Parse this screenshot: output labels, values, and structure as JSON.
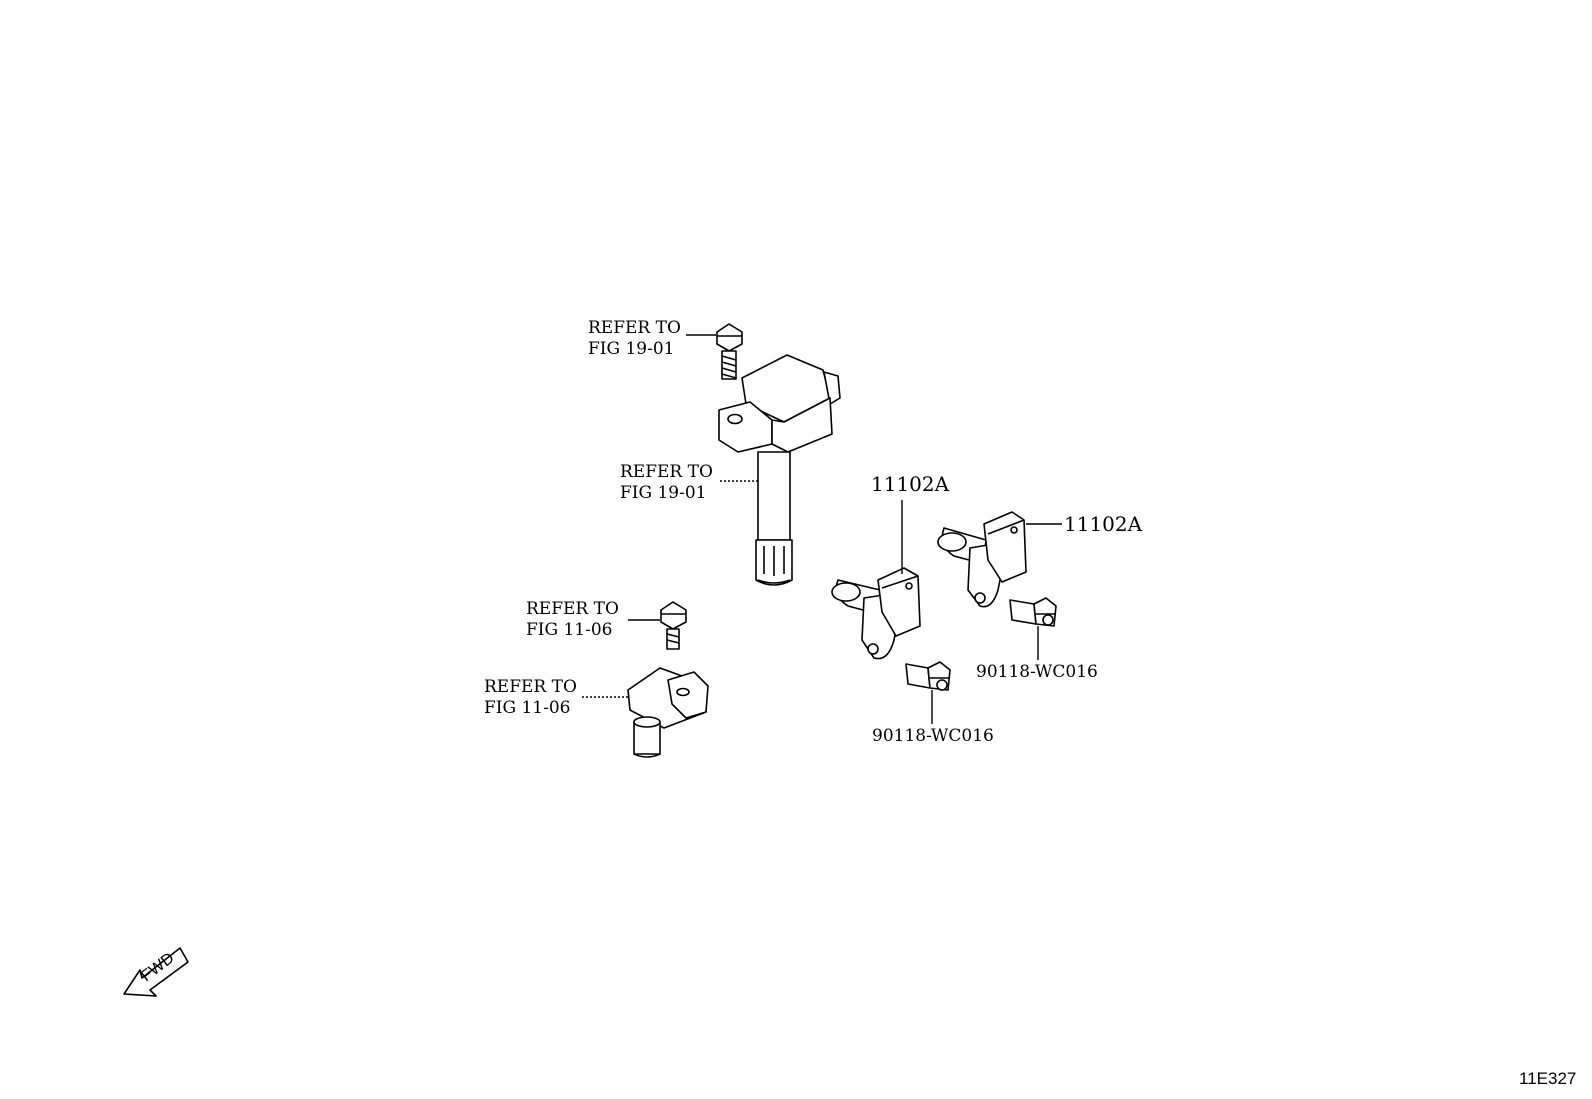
{
  "callouts": [
    {
      "id": "refer-fig-19-01-bolt",
      "lines": [
        "REFER TO",
        "FIG 19-01"
      ]
    },
    {
      "id": "refer-fig-19-01-coil",
      "lines": [
        "REFER TO",
        "FIG 19-01"
      ]
    },
    {
      "id": "refer-fig-11-06-bolt",
      "lines": [
        "REFER TO",
        "FIG 11-06"
      ]
    },
    {
      "id": "refer-fig-11-06-sensor",
      "lines": [
        "REFER TO",
        "FIG 11-06"
      ]
    }
  ],
  "part_numbers": [
    {
      "id": "sensor-left",
      "label": "11102A"
    },
    {
      "id": "sensor-right",
      "label": "11102A"
    },
    {
      "id": "bolt-left",
      "label": "90118-WC016"
    },
    {
      "id": "bolt-right",
      "label": "90118-WC016"
    }
  ],
  "fwd_arrow": {
    "label": "FWD"
  },
  "diagram_code": "11E327"
}
